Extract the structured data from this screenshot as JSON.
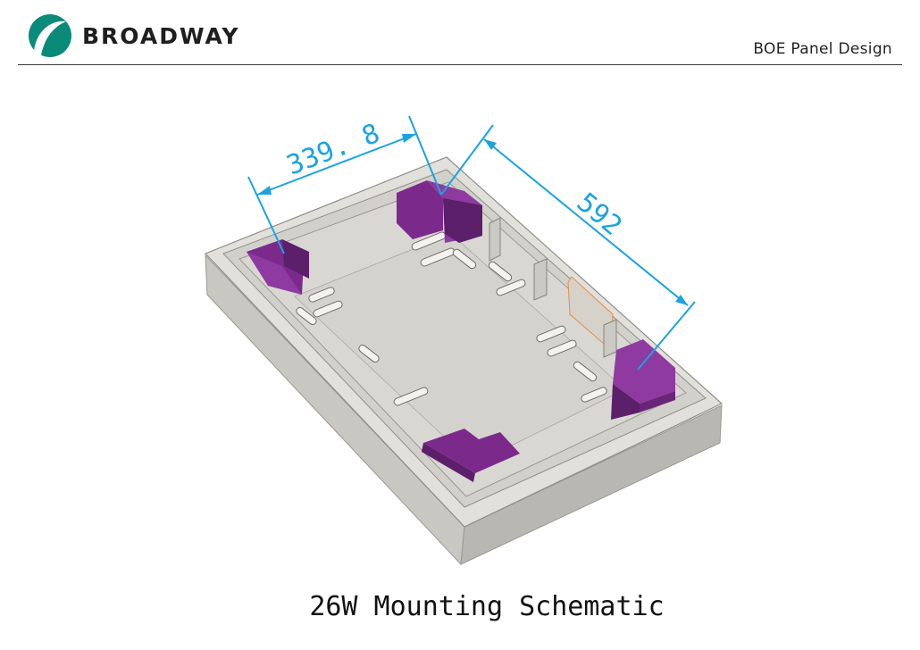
{
  "header": {
    "brand": "BROADWAY",
    "doc_title": "BOE Panel Design"
  },
  "diagram": {
    "dimensions": {
      "width_label": "339. 8",
      "length_label": "592"
    },
    "colors": {
      "tray": "#d9d7d2",
      "accent_purple": "#7b2a8c",
      "dimension_blue": "#1aa3e0",
      "logo_teal": "#0a8a78"
    }
  },
  "caption": "26W Mounting Schematic"
}
